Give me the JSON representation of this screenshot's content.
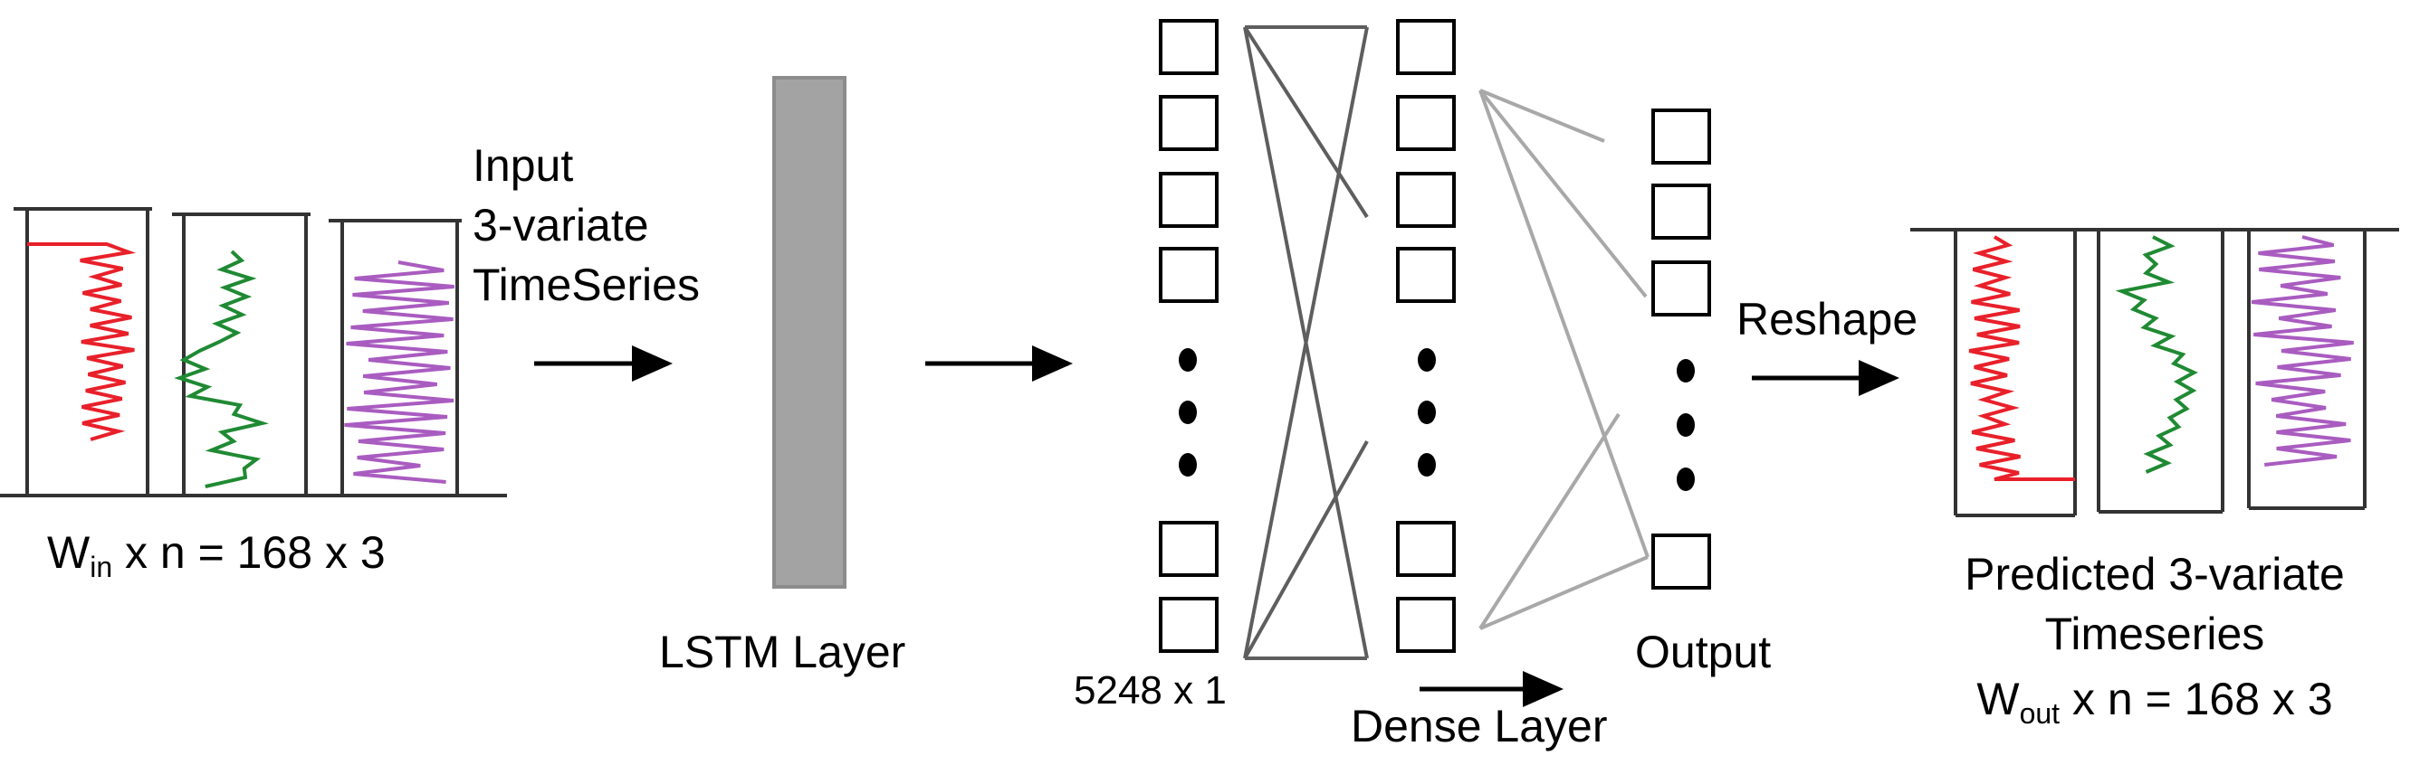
{
  "colors": {
    "series1": "#e8202a",
    "series2": "#1f8a33",
    "series3": "#a95cc0",
    "lstm_fill": "#a3a3a3",
    "connection_dark": "#5e5e5e",
    "connection_light": "#a8a8a8",
    "stroke": "#000000"
  },
  "labels": {
    "input_line1": "Input",
    "input_line2": "3-variate",
    "input_line3": "TimeSeries",
    "win_var": "W",
    "win_sub": "in",
    "win_rest": " x n = 168 x 3",
    "lstm_layer": "LSTM Layer",
    "size_5248": "5248 x 1",
    "dense_layer": "Dense Layer",
    "output": "Output",
    "reshape": "Reshape",
    "predicted_line1": "Predicted 3-variate",
    "predicted_line2": "Timeseries",
    "wout_var": "W",
    "wout_sub": "out",
    "wout_rest": " x n = 168 x 3"
  }
}
